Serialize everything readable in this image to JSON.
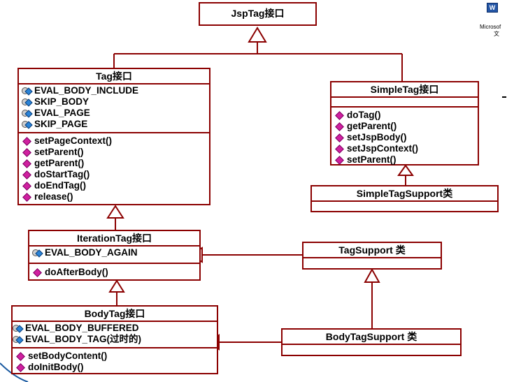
{
  "jsptag": {
    "title": "JspTag接口"
  },
  "tag": {
    "title": "Tag接口",
    "attributes": [
      "EVAL_BODY_INCLUDE",
      "SKIP_BODY",
      "EVAL_PAGE",
      "SKIP_PAGE"
    ],
    "methods": [
      "setPageContext()",
      "setParent()",
      "getParent()",
      "doStartTag()",
      "doEndTag()",
      "release()"
    ]
  },
  "simpletag": {
    "title": "SimpleTag接口",
    "methods": [
      "doTag()",
      "getParent()",
      "setJspBody()",
      "setJspContext()",
      "setParent()"
    ]
  },
  "simpletagsupport": {
    "title": "SimpleTagSupport类"
  },
  "iterationtag": {
    "title": "IterationTag接口",
    "attributes": [
      "EVAL_BODY_AGAIN"
    ],
    "methods": [
      "doAfterBody()"
    ]
  },
  "tagsupport": {
    "title": "TagSupport 类"
  },
  "bodytag": {
    "title": "BodyTag接口",
    "attributes": [
      "EVAL_BODY_BUFFERED",
      "EVAL_BODY_TAG(过时的)"
    ],
    "methods": [
      "setBodyContent()",
      "doInitBody()"
    ]
  },
  "bodytagsupport": {
    "title": "BodyTagSupport 类"
  },
  "side_icon": {
    "badge": "W",
    "caption_line1": "Microsof",
    "caption_line2": "文"
  }
}
